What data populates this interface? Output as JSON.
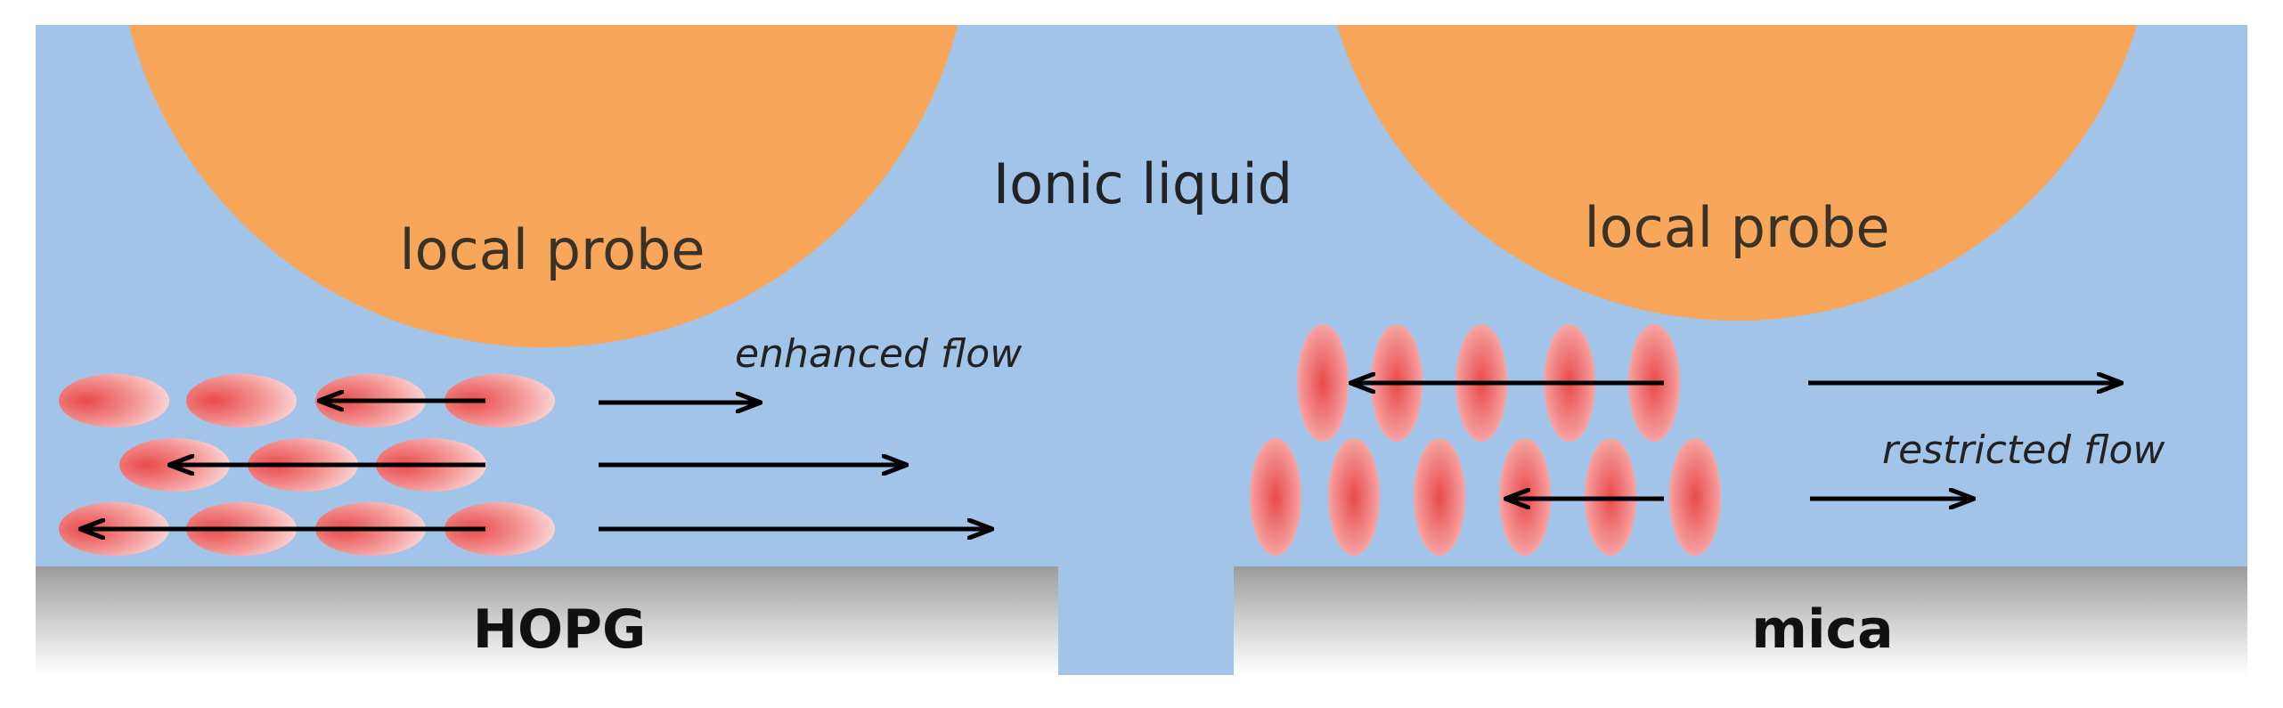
{
  "labels": {
    "probe_left": "local probe",
    "probe_right": "local probe",
    "medium": "Ionic liquid",
    "flow_left": "enhanced flow",
    "flow_right": "restricted flow",
    "substrate_left": "HOPG",
    "substrate_right": "mica"
  },
  "colors": {
    "liquid": "#a3c4e9",
    "probe": "#f7a65a",
    "molecule": "#f07272",
    "arrow": "#000000"
  }
}
